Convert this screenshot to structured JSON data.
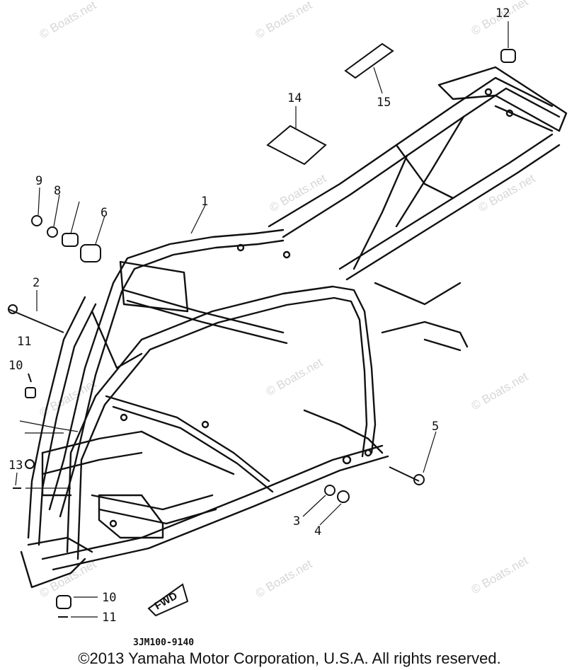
{
  "part_labels": [
    {
      "id": "1",
      "text": "1"
    },
    {
      "id": "2",
      "text": "2"
    },
    {
      "id": "3",
      "text": "3"
    },
    {
      "id": "4",
      "text": "4"
    },
    {
      "id": "5",
      "text": "5"
    },
    {
      "id": "6",
      "text": "6"
    },
    {
      "id": "8",
      "text": "8"
    },
    {
      "id": "9",
      "text": "9"
    },
    {
      "id": "10a",
      "text": "10"
    },
    {
      "id": "10b",
      "text": "10"
    },
    {
      "id": "11a",
      "text": "11"
    },
    {
      "id": "11b",
      "text": "11"
    },
    {
      "id": "12",
      "text": "12"
    },
    {
      "id": "13",
      "text": "13"
    },
    {
      "id": "14",
      "text": "14"
    },
    {
      "id": "15",
      "text": "15"
    }
  ],
  "fwd_label": "FWD",
  "diagram_code": "3JM100-9140",
  "watermark": "© Boats.net",
  "copyright": "©2013 Yamaha Motor Corporation, U.S.A. All rights reserved.",
  "colors": {
    "line": "#111111",
    "watermark": "#d7d7d7",
    "background": "#ffffff"
  }
}
